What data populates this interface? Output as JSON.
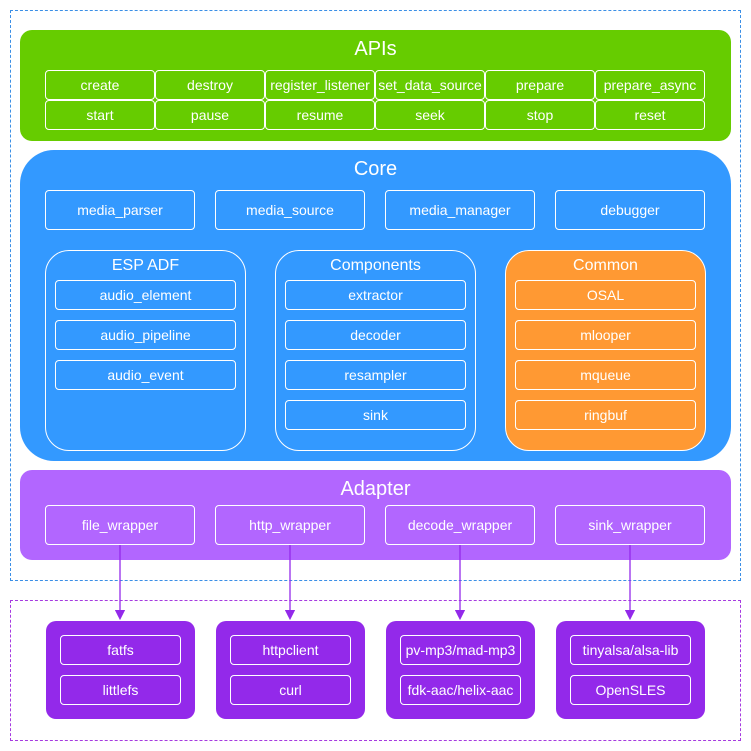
{
  "colors": {
    "apis_bg": "#66cc00",
    "core_bg": "#3399ff",
    "common_bg": "#ff9933",
    "adapter_bg": "#b266ff",
    "libs_bg": "#9329ea",
    "arrow": "#9329ea",
    "outline_top": "#3b8fe6",
    "outline_bottom": "#a63be0"
  },
  "apis": {
    "title": "APIs",
    "buttons": [
      "create",
      "destroy",
      "register_listener",
      "set_data_source",
      "prepare",
      "prepare_async",
      "start",
      "pause",
      "resume",
      "seek",
      "stop",
      "reset"
    ]
  },
  "core": {
    "title": "Core",
    "modules": [
      "media_parser",
      "media_source",
      "media_manager",
      "debugger"
    ],
    "esp_adf": {
      "title": "ESP ADF",
      "items": [
        "audio_element",
        "audio_pipeline",
        "audio_event"
      ]
    },
    "components": {
      "title": "Components",
      "items": [
        "extractor",
        "decoder",
        "resampler",
        "sink"
      ]
    },
    "common": {
      "title": "Common",
      "items": [
        "OSAL",
        "mlooper",
        "mqueue",
        "ringbuf"
      ]
    }
  },
  "adapter": {
    "title": "Adapter",
    "wrappers": [
      "file_wrapper",
      "http_wrapper",
      "decode_wrapper",
      "sink_wrapper"
    ]
  },
  "libs": [
    {
      "items": [
        "fatfs",
        "littlefs"
      ]
    },
    {
      "items": [
        "httpclient",
        "curl"
      ]
    },
    {
      "items": [
        "pv-mp3/mad-mp3",
        "fdk-aac/helix-aac"
      ]
    },
    {
      "items": [
        "tinyalsa/alsa-lib",
        "OpenSLES"
      ]
    }
  ]
}
